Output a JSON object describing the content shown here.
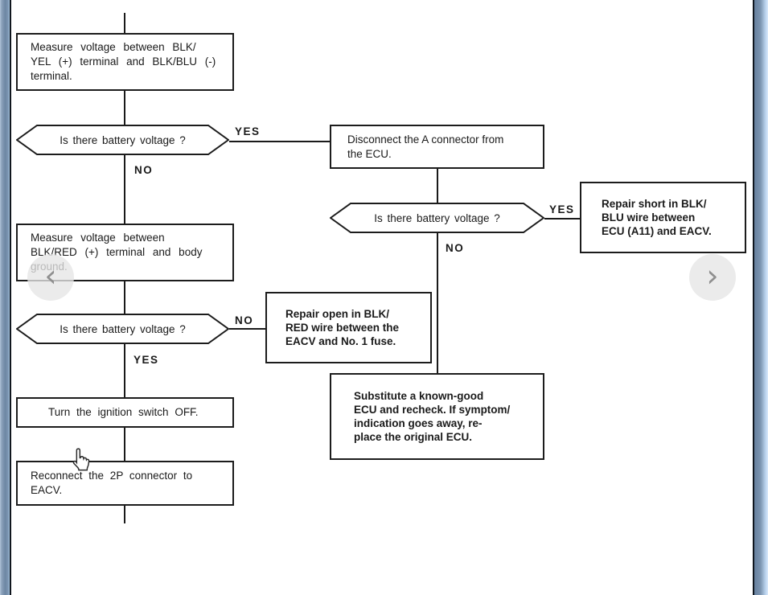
{
  "viewer": {
    "background": "#ffffff",
    "border_dark": "#10161e",
    "border_blue_mid": "#7189a5",
    "border_blue_light": "#d9eafc",
    "nav": {
      "prev_icon": "‹",
      "next_icon": "›"
    },
    "icons": {
      "prev": "chevron-left-icon",
      "next": "chevron-right-icon",
      "pointer": "hand-cursor-icon"
    }
  },
  "flowchart": {
    "line_color": "#1a1a1a",
    "measure_blk_yel": {
      "text": "Measure voltage between BLK/\nYEL (+) terminal and BLK/BLU (-)\nterminal."
    },
    "decision_1": {
      "text": "Is there battery voltage ?",
      "yes_label": "YES",
      "no_label": "NO"
    },
    "disconnect_a": {
      "text": "Disconnect the A connector from\nthe ECU."
    },
    "decision_2": {
      "text": "Is there battery voltage ?",
      "yes_label": "YES",
      "no_label": "NO"
    },
    "repair_short": {
      "text": "Repair short in BLK/\nBLU wire between\nECU (A11) and EACV."
    },
    "measure_blk_red": {
      "text": "Measure voltage between\nBLK/RED (+) terminal and body\nground."
    },
    "decision_3": {
      "text": "Is there battery voltage ?",
      "no_label": "NO",
      "yes_label": "YES"
    },
    "repair_open": {
      "text": "Repair open in BLK/\nRED wire between the\nEACV and No. 1 fuse."
    },
    "substitute_ecu": {
      "text": "Substitute a known-good\nECU and recheck. If symptom/\nindication goes away, re-\nplace the original ECU."
    },
    "ignition_off": {
      "text": "Turn the ignition switch OFF."
    },
    "reconnect_2p": {
      "text": "Reconnect the 2P connector to\nEACV."
    }
  }
}
